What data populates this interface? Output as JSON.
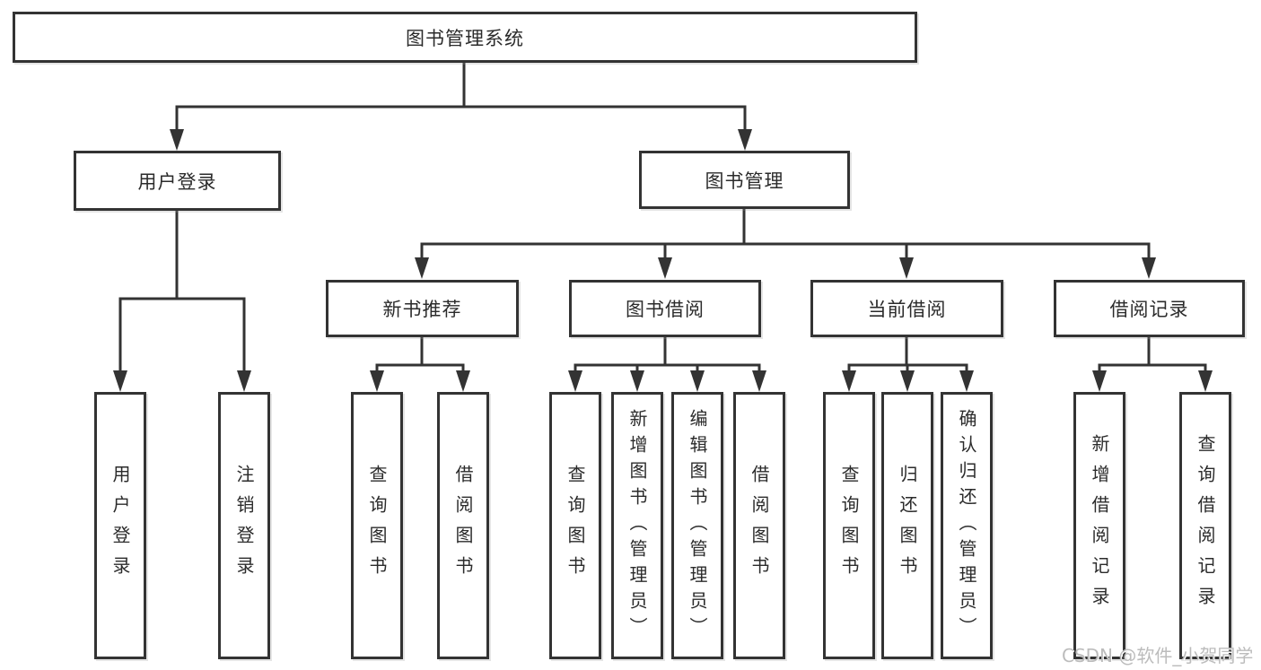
{
  "diagram": {
    "type": "hierarchy-tree",
    "tree": {
      "root": {
        "label": "图书管理系统"
      },
      "level2": [
        {
          "label": "用户登录",
          "children": [
            "用户登录",
            "注销登录"
          ]
        },
        {
          "label": "图书管理"
        }
      ],
      "level3": [
        {
          "label": "新书推荐",
          "children": [
            "查询图书",
            "借阅图书"
          ]
        },
        {
          "label": "图书借阅",
          "children": [
            "查询图书",
            "新增图书（管理员）",
            "编辑图书（管理员）",
            "借阅图书"
          ]
        },
        {
          "label": "当前借阅",
          "children": [
            "查询图书",
            "归还图书",
            "确认归还（管理员）"
          ]
        },
        {
          "label": "借阅记录",
          "children": [
            "新增借阅记录",
            "查询借阅记录"
          ]
        }
      ]
    },
    "colors": {
      "line": "#333333",
      "box_border": "#333333",
      "box_fill": "#ffffff",
      "text": "#2b2b2b",
      "watermark": "#b8b8b8"
    }
  },
  "watermark": {
    "text": "CSDN @软件_小贺同学"
  }
}
